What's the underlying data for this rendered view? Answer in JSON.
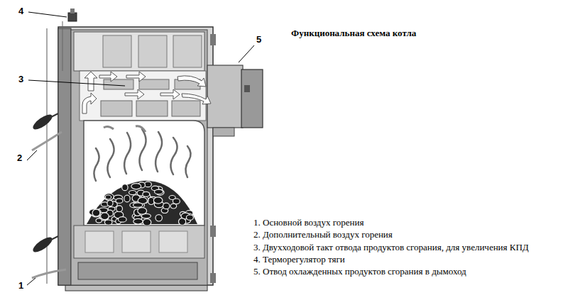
{
  "diagram": {
    "title": "Функциональная схема котла",
    "labels": [
      "4",
      "3",
      "2",
      "1",
      "5",
      "1. Основной воздух горения",
      "2. Дополнительный воздух горения",
      "3. Двухходовой такт отвода продуктов сгорания, для увеличения КПД",
      "4. Терморегулятор тяги",
      "5. Отвод охлажденных продуктов сгорания в дымоход"
    ]
  }
}
